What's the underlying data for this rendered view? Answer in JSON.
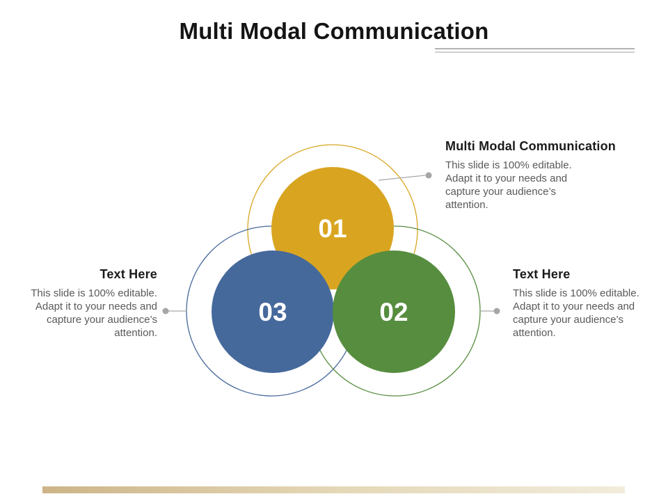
{
  "slide": {
    "title": "Multi Modal Communication",
    "colors": {
      "yellow": "#D9A521",
      "green": "#568D3E",
      "blue": "#46699C",
      "heading_text": "#1A1A1A",
      "body_text": "#595959",
      "leader_gray": "#A6A6A6",
      "bar_start": "#CDB488",
      "bar_end": "#F2ECDC"
    },
    "circles": [
      {
        "label": "01",
        "color": "#D9A521"
      },
      {
        "label": "02",
        "color": "#568D3E"
      },
      {
        "label": "03",
        "color": "#46699C"
      }
    ],
    "callouts": {
      "top": {
        "heading": "Multi Modal Communication",
        "body": "This slide is 100% editable. Adapt it to your needs and capture your audience’s attention."
      },
      "left": {
        "heading": "Text Here",
        "body": "This slide is 100% editable. Adapt it to your needs and capture your audience’s attention."
      },
      "right": {
        "heading": "Text Here",
        "body": "This slide is 100% editable. Adapt it to your needs and capture your audience’s attention."
      }
    }
  }
}
